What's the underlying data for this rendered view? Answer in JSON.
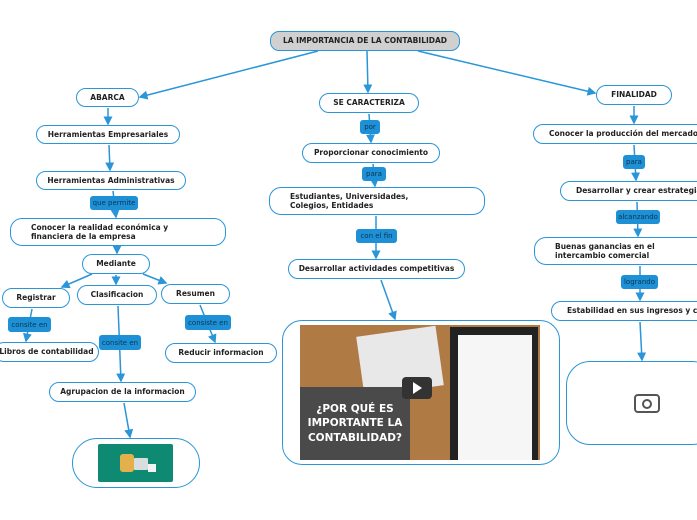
{
  "root": "LA IMPORTANCIA DE LA CONTABILIDAD",
  "left": {
    "abarca": "ABARCA",
    "he": "Herramientas Empresariales",
    "ha": "Herramientas Administrativas",
    "que_permite": "que permite",
    "conocer": "Conocer la realidad económica y financiera de la empresa",
    "mediante": "Mediante",
    "registrar": "Registrar",
    "clasificacion": "Clasificacion",
    "resumen": "Resumen",
    "consite1": "consite en",
    "libros": "Libros de contabilidad",
    "consite2": "consite en",
    "consiste3": "consiste en",
    "reducir": "Reducir informacion",
    "agrupacion": "Agrupacion de la informacion"
  },
  "middle": {
    "caracteriza": "SE CARACTERIZA",
    "por": "por",
    "proporcionar": "Proporcionar conocimiento",
    "para": "para",
    "estudiantes": "Estudiantes, Universidades, Colegios, Entidades",
    "con_el_fin": "con el fin",
    "desarrollar": "Desarrollar actividades competitivas",
    "video_title": "¿POR QUÉ ES IMPORTANTE LA CONTABILIDAD?"
  },
  "right": {
    "finalidad": "FINALIDAD",
    "conocer": "Conocer la producción del mercado laboral",
    "para": "para",
    "desarrollar": "Desarrollar y crear estrategias",
    "alcanzando": "alcanzando",
    "buenas": "Buenas ganancias en el intercambio comercial",
    "logrando": "logrando",
    "estabilidad": "Estabilidad en sus ingresos y capital"
  },
  "colors": {
    "accent": "#2a95d8",
    "label": "#1e90d6",
    "root_fill": "#d0d0d0"
  }
}
